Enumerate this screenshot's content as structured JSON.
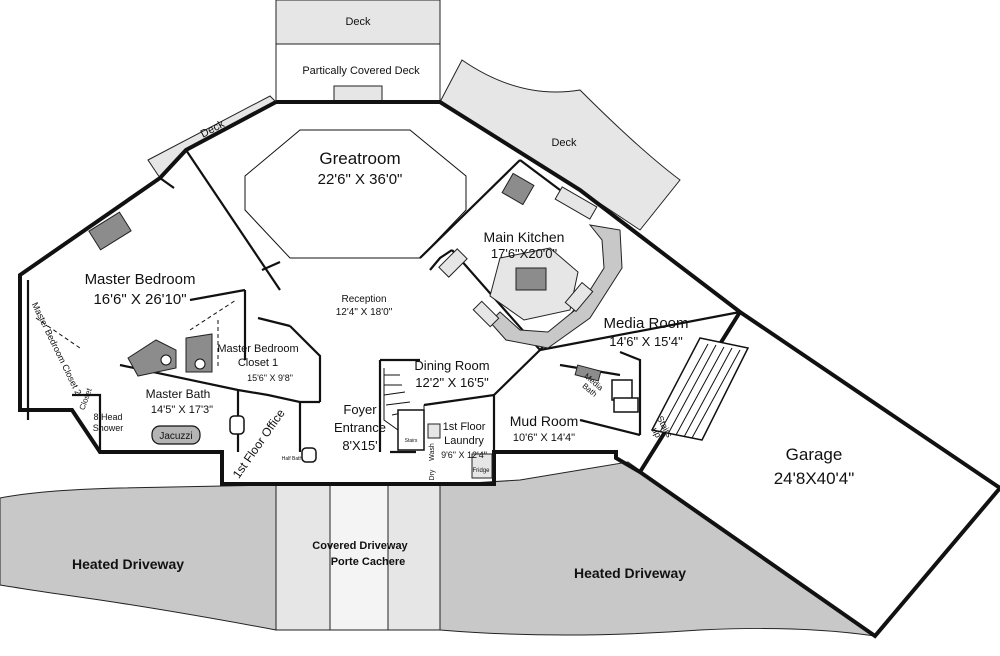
{
  "labels": {
    "deck_top": "Deck",
    "partial_deck": "Partically Covered Deck",
    "deck_left": "Deck",
    "deck_right": "Deck",
    "greatroom": "Greatroom",
    "greatroom_dim": "22'6\" X 36'0\"",
    "main_kitchen": "Main Kitchen",
    "main_kitchen_dim": "17'6\"X20'0\"",
    "master_bedroom": "Master Bedroom",
    "master_bedroom_dim": "16'6\" X 26'10\"",
    "reception": "Reception",
    "reception_dim": "12'4\" X 18'0\"",
    "media_room": "Media Room",
    "media_room_dim": "14'6\" X 15'4\"",
    "master_bedroom_closet_1": "Master Bedroom",
    "closet_1": "Closet 1",
    "closet_1_dim": "15'6\" X 9'8\"",
    "master_bedroom_closet_2": "Master Bedroom Closet 2",
    "closet": "Closet",
    "master_bath": "Master Bath",
    "master_bath_dim": "14'5\" X 17'3\"",
    "head_shower_1": "8 Head",
    "head_shower_2": "Shower",
    "jacuzzi": "Jacuzzi",
    "first_floor_office": "1st Floor Office",
    "half_bath": "Half Bath",
    "foyer_1": "Foyer",
    "foyer_2": "Entrance",
    "foyer_dim": "8'X15'",
    "dining_room": "Dining Room",
    "dining_room_dim": "12'2\" X 16'5\"",
    "laundry_1": "1st Floor",
    "laundry_2": "Laundry",
    "laundry_dim": "9'6\" X 12'4\"",
    "dry": "Dry",
    "wash": "Wash",
    "fridge": "Fridge",
    "stairs_small": "Stairs",
    "mud_room": "Mud Room",
    "mud_room_dim": "10'6\" X 14'4\"",
    "media_bath_1": "Media",
    "media_bath_2": "Bath",
    "stairs_up_1": "Stairs",
    "stairs_up_2": "up",
    "garage": "Garage",
    "garage_dim": "24'8X40'4\"",
    "heated_driveway_left": "Heated Driveway",
    "heated_driveway_right": "Heated Driveway",
    "covered_driveway_1": "Covered Driveway",
    "covered_driveway_2": "Porte Cachere"
  },
  "colors": {
    "wall": "#111111",
    "driveway": "#c8c8c8",
    "deck": "#e0e0e0",
    "fixture": "#8c8c8c"
  }
}
